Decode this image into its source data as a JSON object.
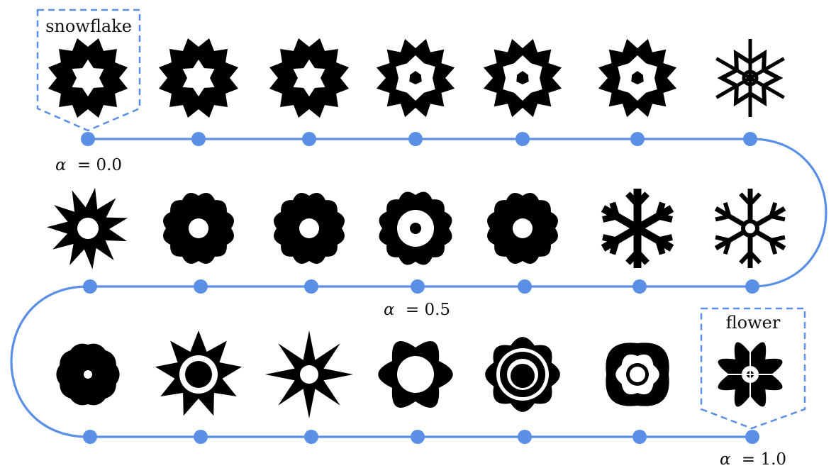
{
  "colors": {
    "path": "#5b8fe6",
    "shapes": "#000000",
    "background": "#ffffff"
  },
  "labels": {
    "start": "snowflake",
    "end": "flower",
    "alpha_start": "= 0.0",
    "alpha_mid": "= 0.5",
    "alpha_end": "= 1.0",
    "alpha_symbol": "α"
  },
  "interpolation": {
    "alpha_start": 0.0,
    "alpha_mid": 0.5,
    "alpha_end": 1.0,
    "step_count": 21
  },
  "rows": [
    {
      "name": "row-1",
      "shapes": [
        {
          "name": "snowflake-icon",
          "kind": "snowflake-star"
        },
        {
          "name": "snowflake-icon",
          "kind": "snowflake-star"
        },
        {
          "name": "snowflake-icon",
          "kind": "snowflake-star"
        },
        {
          "name": "snowflake-icon",
          "kind": "snowflake-hollow"
        },
        {
          "name": "snowflake-icon",
          "kind": "snowflake-hollow"
        },
        {
          "name": "snowflake-icon",
          "kind": "snowflake-hollow"
        },
        {
          "name": "snowflake-icon",
          "kind": "snowflake-outline"
        }
      ]
    },
    {
      "name": "row-2",
      "shapes": [
        {
          "name": "burst-icon",
          "kind": "burst"
        },
        {
          "name": "gear-flower-icon",
          "kind": "gear"
        },
        {
          "name": "gear-flower-icon",
          "kind": "gear"
        },
        {
          "name": "gear-flower-icon",
          "kind": "gear-ring"
        },
        {
          "name": "gear-flower-icon",
          "kind": "gear"
        },
        {
          "name": "snowflake-icon",
          "kind": "crystal"
        },
        {
          "name": "snowflake-icon",
          "kind": "crystal-branch"
        }
      ]
    },
    {
      "name": "row-3",
      "shapes": [
        {
          "name": "flower-icon",
          "kind": "blob-flower"
        },
        {
          "name": "flower-icon",
          "kind": "pointed-flower"
        },
        {
          "name": "flower-icon",
          "kind": "star-flower"
        },
        {
          "name": "flower-icon",
          "kind": "round-flower"
        },
        {
          "name": "flower-icon",
          "kind": "ring-flower"
        },
        {
          "name": "flower-icon",
          "kind": "open-flower"
        },
        {
          "name": "flower-icon",
          "kind": "leaf-flower"
        }
      ]
    }
  ]
}
